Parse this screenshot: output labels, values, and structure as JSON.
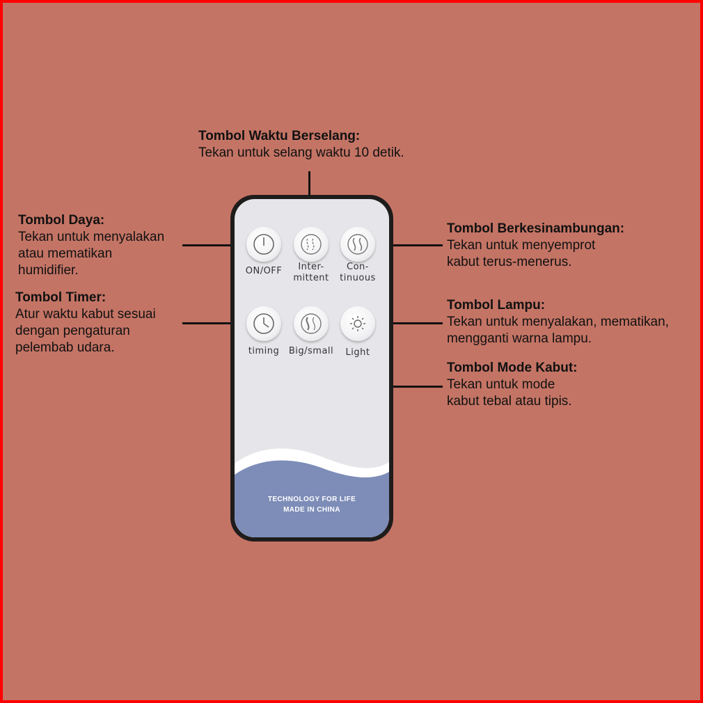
{
  "annotations": {
    "interval": {
      "title": "Tombol Waktu Berselang:",
      "desc": "Tekan untuk selang waktu 10 detik."
    },
    "power": {
      "title": "Tombol Daya:",
      "desc_lines": [
        "Tekan untuk menyalakan",
        "atau mematikan",
        "humidifier."
      ]
    },
    "timer": {
      "title": "Tombol Timer:",
      "desc_lines": [
        "Atur waktu kabut sesuai",
        "dengan pengaturan",
        "pelembab udara."
      ]
    },
    "continuous": {
      "title": "Tombol Berkesinambungan:",
      "desc_lines": [
        "Tekan untuk menyemprot",
        "kabut terus-menerus."
      ]
    },
    "light": {
      "title": "Tombol Lampu:",
      "desc_lines": [
        "Tekan untuk menyalakan, mematikan,",
        "mengganti warna lampu."
      ]
    },
    "mist": {
      "title": "Tombol Mode Kabut:",
      "desc_lines": [
        "Tekan untuk mode",
        "kabut tebal atau tipis."
      ]
    }
  },
  "remote": {
    "buttons": [
      {
        "label": "ON/OFF",
        "icon": "power-icon"
      },
      {
        "label": "Inter-\nmittent",
        "icon": "intermittent-mist-icon"
      },
      {
        "label": "Con-\ntinuous",
        "icon": "continuous-mist-icon"
      },
      {
        "label": "timing",
        "icon": "clock-icon"
      },
      {
        "label": "Big/small",
        "icon": "mist-size-icon"
      },
      {
        "label": "Light",
        "icon": "sun-icon"
      }
    ],
    "brand_line1": "TECHNOLOGY FOR LIFE",
    "brand_line2": "MADE IN CHINA"
  },
  "colors": {
    "background": "#c47465",
    "border": "#ff0000",
    "remote_body": "#1f1c1c",
    "remote_face": "#e6e6ea",
    "remote_bottom": "#7d8db8"
  }
}
